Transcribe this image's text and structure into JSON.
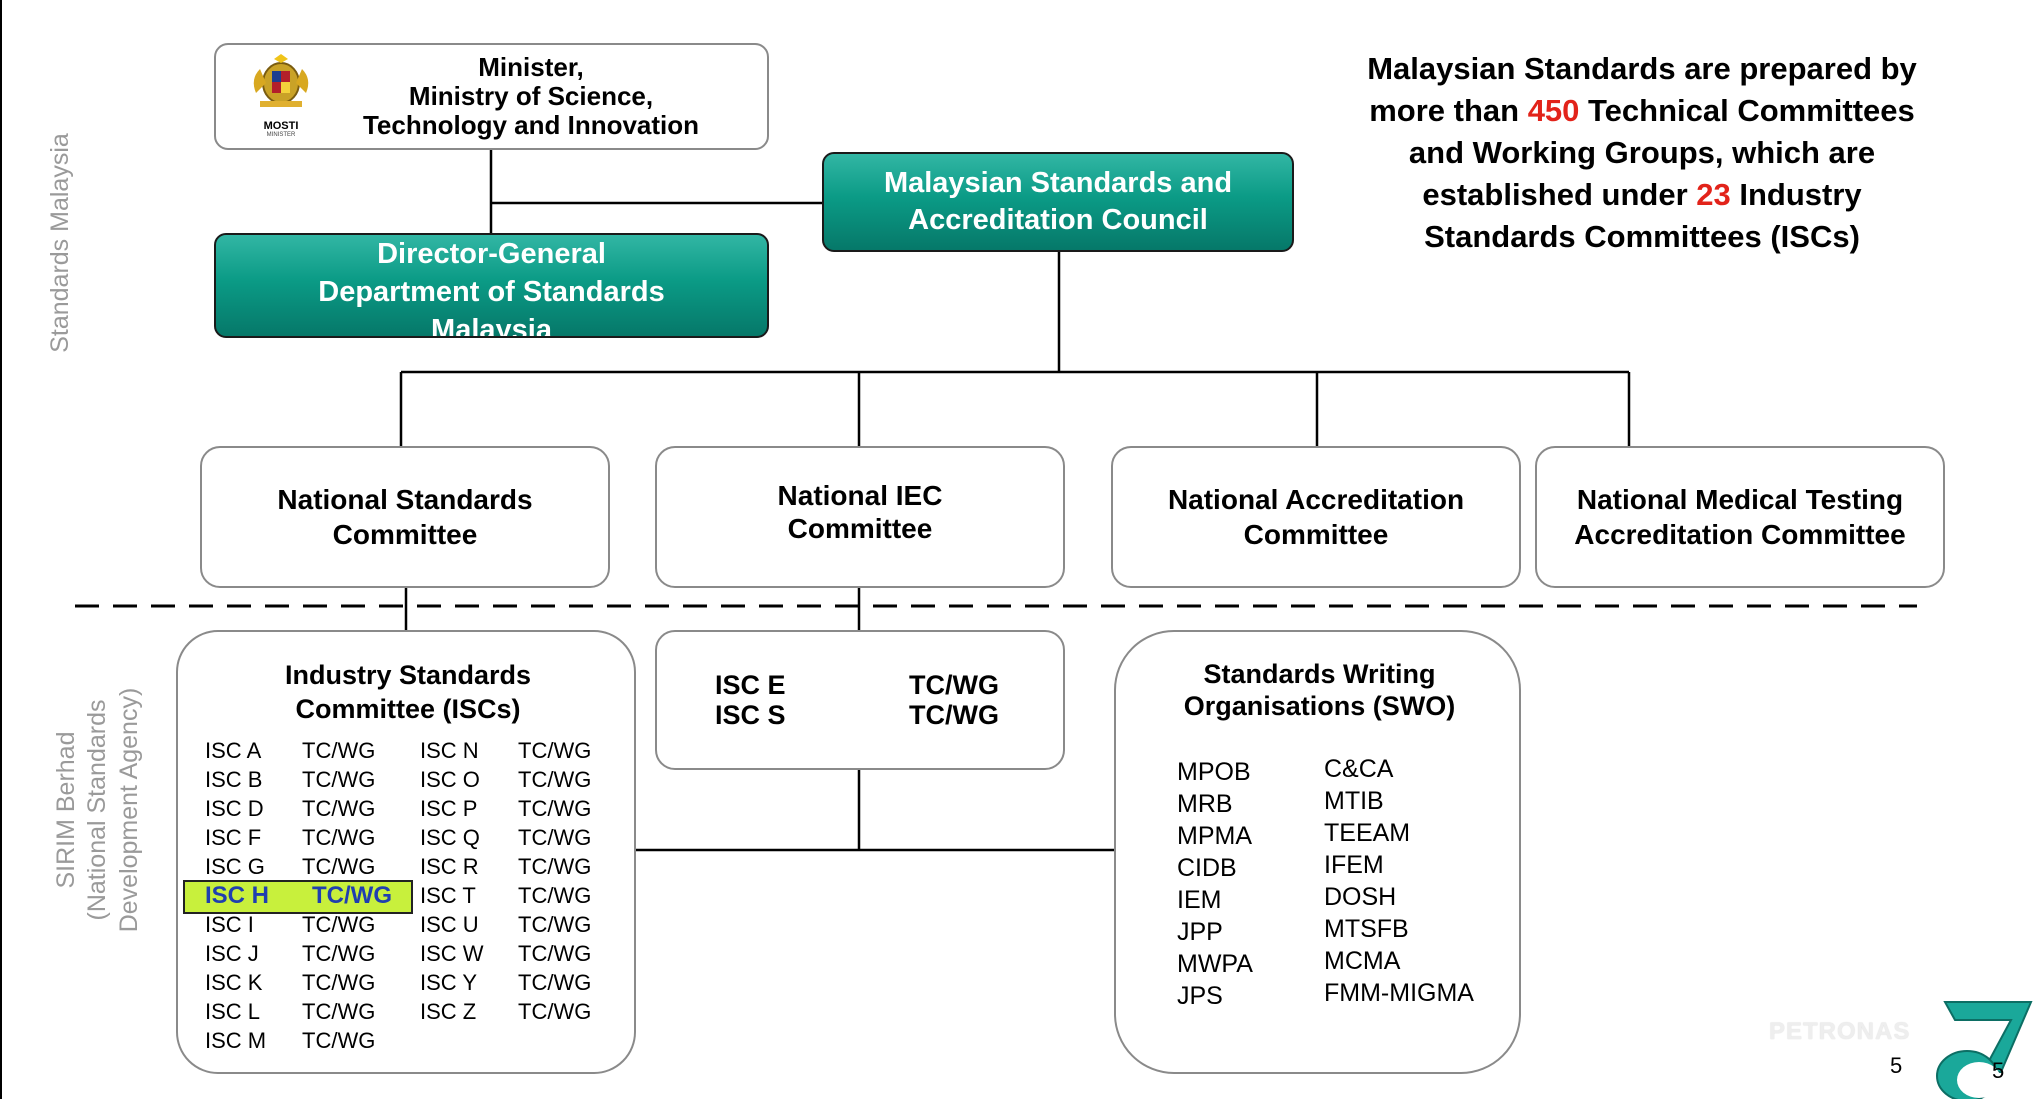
{
  "side_labels": {
    "top": "Standards Malaysia",
    "bottom": [
      "SIRIM Berhad",
      "(National Standards",
      "Development Agency)"
    ]
  },
  "minister": {
    "lines": [
      "Minister,",
      "Ministry of Science,",
      "Technology and Innovation"
    ],
    "logo_text": "MOSTI",
    "logo_subtext": "MINISTER"
  },
  "council": {
    "lines": [
      "Malaysian Standards and",
      "Accreditation Council"
    ]
  },
  "director": {
    "lines": [
      "Director-General",
      "Department of Standards",
      "Malaysia"
    ]
  },
  "statement": {
    "line1": "Malaysian Standards are prepared by",
    "line2_pre": "more than ",
    "line2_num": "450",
    "line2_post": " Technical Committees",
    "line3": "and Working Groups, which are",
    "line4_pre": "established under ",
    "line4_num": "23",
    "line4_post": " Industry",
    "line5": "Standards Committees (ISCs)"
  },
  "committees": [
    {
      "lines": [
        "National Standards",
        "Committee"
      ]
    },
    {
      "lines": [
        "National IEC",
        "Committee"
      ]
    },
    {
      "lines": [
        "National Accreditation",
        "Committee"
      ]
    },
    {
      "lines": [
        "National Medical Testing",
        "Accreditation Committee"
      ]
    }
  ],
  "isc": {
    "title": [
      "Industry Standards",
      "Committee (ISCs)"
    ],
    "col1": [
      [
        "ISC A",
        "TC/WG"
      ],
      [
        "ISC B",
        "TC/WG"
      ],
      [
        "ISC D",
        "TC/WG"
      ],
      [
        "ISC F",
        "TC/WG"
      ],
      [
        "ISC G",
        "TC/WG"
      ],
      [
        "ISC H",
        "TC/WG"
      ],
      [
        "ISC I",
        "TC/WG"
      ],
      [
        "ISC J",
        "TC/WG"
      ],
      [
        "ISC K",
        "TC/WG"
      ],
      [
        "ISC L",
        "TC/WG"
      ],
      [
        "ISC M",
        "TC/WG"
      ]
    ],
    "col2": [
      [
        "ISC N",
        "TC/WG"
      ],
      [
        "ISC O",
        "TC/WG"
      ],
      [
        "ISC P",
        "TC/WG"
      ],
      [
        "ISC Q",
        "TC/WG"
      ],
      [
        "ISC R",
        "TC/WG"
      ],
      [
        "ISC T",
        "TC/WG"
      ],
      [
        "ISC U",
        "TC/WG"
      ],
      [
        "ISC W",
        "TC/WG"
      ],
      [
        "ISC Y",
        "TC/WG"
      ],
      [
        "ISC Z",
        "TC/WG"
      ]
    ],
    "highlight_index": 5,
    "highlight_color": "#c8f03c",
    "highlight_text_color": "#1f3fb0"
  },
  "isc_es": {
    "rows": [
      [
        "ISC E",
        "TC/WG"
      ],
      [
        "ISC S",
        "TC/WG"
      ]
    ]
  },
  "swo": {
    "title": [
      "Standards Writing",
      "Organisations (SWO)"
    ],
    "col1": [
      "MPOB",
      "MRB",
      "MPMA",
      "CIDB",
      "IEM",
      "JPP",
      "MWPA",
      "JPS"
    ],
    "col2": [
      "C&CA",
      "MTIB",
      "TEEAM",
      "IFEM",
      "DOSH",
      "MTSFB",
      "MCMA",
      "FMM-MIGMA"
    ]
  },
  "footer": {
    "page_number": "5",
    "logo_page_number": "5",
    "brand": "PETRONAS"
  },
  "colors": {
    "teal": "#0b9b86",
    "accent_red": "#e2231a",
    "side_label": "#9a9a9a"
  }
}
